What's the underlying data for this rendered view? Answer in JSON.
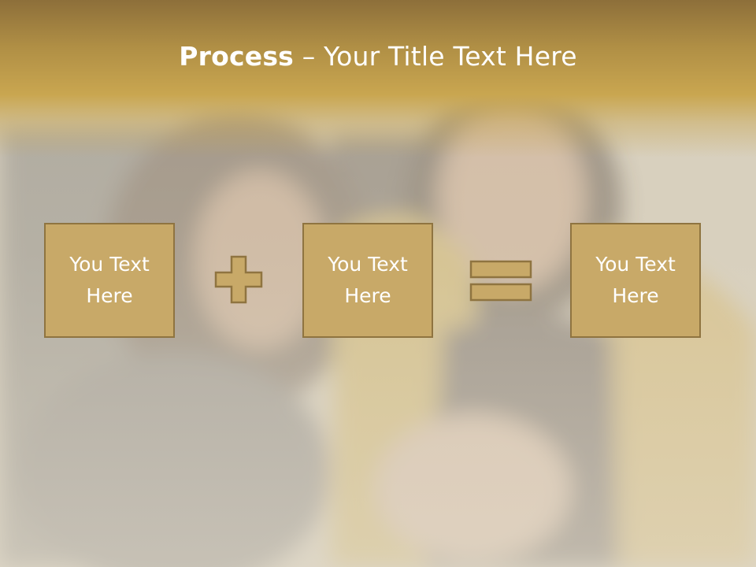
{
  "slide": {
    "title_bold": "Process",
    "title_rest": " – Your Title Text Here"
  },
  "boxes": [
    {
      "text": "You Text Here"
    },
    {
      "text": "You Text Here"
    },
    {
      "text": "You Text Here"
    }
  ],
  "operators": [
    "plus-icon",
    "equals-icon"
  ],
  "colors": {
    "title_band": "#c9a650",
    "box_fill": "#c8a968",
    "box_border": "#8f7440",
    "text": "#ffffff"
  }
}
